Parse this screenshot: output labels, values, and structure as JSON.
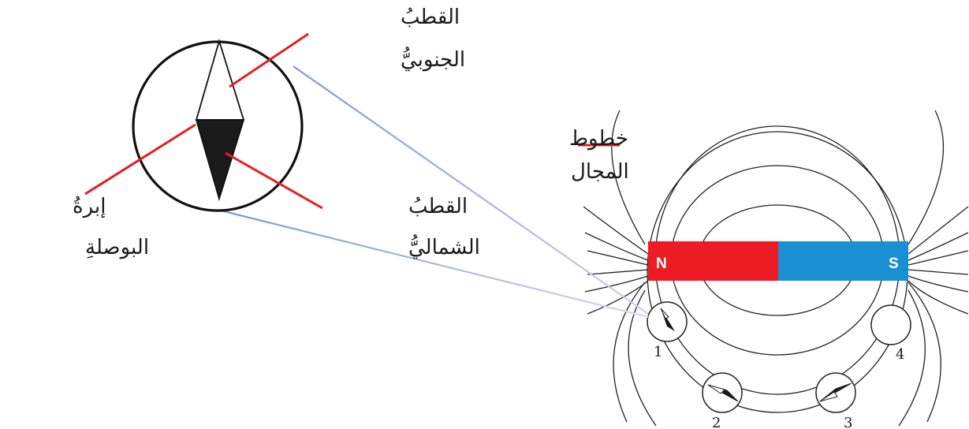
{
  "labels": {
    "south_pole": [
      "القطبُ",
      "الجنوبيُّ"
    ],
    "north_pole": [
      "القطبُ",
      "الشماليُّ"
    ],
    "compass_needle": [
      "إبرةُ",
      "البوصلةِ"
    ],
    "field_lines": [
      "خطوط",
      "المجال"
    ]
  },
  "magnet": {
    "north_label": "N",
    "south_label": "S",
    "north_color": "#ed1c24",
    "south_color": "#1b8fd3"
  },
  "compass_numbers": [
    "1",
    "2",
    "3",
    "4"
  ],
  "colors": {
    "leader_line": "#e41e26",
    "zoom_line": "#9fb2dd",
    "needle_dark": "#1a1a1a"
  }
}
